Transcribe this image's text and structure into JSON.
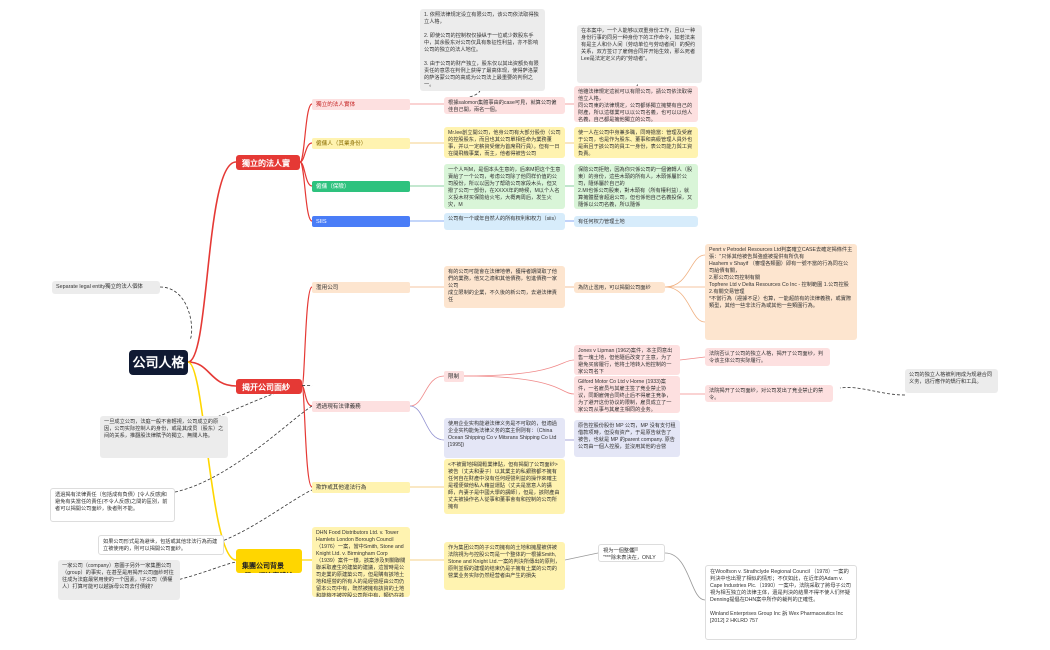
{
  "root": {
    "title": "公司人格"
  },
  "branches": {
    "independent": "獨立的法人實体",
    "lifting": "揭开公司面紗",
    "group": "集團公司背景\n-單一經濟實體論"
  },
  "left_notes": {
    "separate": "Separate legal entity獨立的法人個体",
    "note1": "一旦成立公司，法庭一般不會輕視，公司成立的原因，公司实际控制人的身份，或是其成员（股东）之间的关系，推翻股法律賦予的獨立、無關人格。",
    "note2": "透過揭有法律責任（包括成有負債）[令人反感]和避免有失當任的責任(不令人反感)之間的區別，前者可以揭開公司面紗，後者則不能。",
    "note3": "如果公司形式是為避世，包括或其他非法行為而建立被使用的，則可以揭開公司面紗。",
    "note4": "一家公司（company）意圖子另外一家集團公司（group）的事实，在甚至是用揭开公司面紗时往往成为法庭最常用使的一个因素，\\子公司（債權人）打算可能可以越訴母公司去付債錢？"
  },
  "independent": {
    "a_label": "獨立的法人實体",
    "a_mid": "根據salomon集體事由的case可見，就算公司僱佳自己開，兩名一個。",
    "a_right": "他雖法律規定這就可以有限公司，請公司依法取得他立人格，\n同公司東的法律規定，公司都係獨立擁雙有自己的財產，所以這樣業可以以公司名義，也可以以他人名義，自己都是擁他獨立的公司。",
    "b_label": "僱傭人（其業身份）",
    "b_mid": "Mr.lee創立開公司，他身公司有大部分股份（公司的控股股东，而且也其公司單相任命为業務董事，并以一定薪資受僱为首席飛行員）。但有一日在開飛機事業，而主，他者得被告公司",
    "b_right": "使一人在公司中身兼多職，同時擔當：管理及受雇于公司，也是作为股东、董事和高級管理人員外也是兩且于該公司的員工一身份，表公司能力與工資負責。",
    "c_label": "僱傭（保險）",
    "c_mid": "一个人叫M，是個本头生意的，后來M把这个生意賣給了一个公司，考虑公司除了他同样价值的公司股份，所以以因为了帮助公司家段木头，但又撥了公司一部份，在XXXX年的時候，M以个人名义投木材买保險给火宅，大概两周后，发生火灾，M",
    "c_right": "保險公司拒賠，因為你只係公司的一個僱轉人（股東）的身份，這些木頭的所有人，木頭係屬於公司，隨係屬於自己的\n2.MI也係公司股東，對木頭有（所有權利益），就算擁體歷會超過公司，但也係他自己名義投保，又隨係以公司名義，所以隨係",
    "d_label": "SIIS",
    "d_mid": "公司有一个或年自然人的所有权利和权力（siis）",
    "d_right": "有任何权力管理土地"
  },
  "lifting": {
    "a_label": "濫用公司",
    "a_mid": "有的公司可能會在法律地帶，獲得者期間取了他們的業務，他又之適和其他債務，包進債務一家公司\n成立限制的企業，不久後的新公司，去避法律責任",
    "a_mid2": "為防止濫用，可以揭開公司面紗",
    "a_cases": "Penrt v Petrodel Resources Ltd判案確立CASE去確定揭條件主張：\"只係其他被告與強盛被提供有所仇有\nHashem v Shayif （審理各類圖）即有一號不當的行為同在公司給債有關，\n2.那公司公司控制有關\nTopfrere Ltd v Delta Resources Co Inc - 控制範圍 1.公司控股2.有關交易管理\n*不當行為（證據不足）也算，一能超前有的法律義務，或實際類型，其他一些非法行為或其他一些類圍行為。",
    "b_label": "透過現有法律義務",
    "b_sub": "限制",
    "b_case1": "Jones v Lipman (1962)案件，本主同意出售一塊土地，但他隨后改变了主意，为了避免买房履行，他将土地转入他控制的一家公司名下",
    "b_case1_res": "法院否认了公司的独立人格，揭开了公司面纱，判令该主体公司实际履行。",
    "b_case2": "Gilford Motor Co Ltd v Horne (1933)案件，一名雇员与其雇主签了竞业禁止协议，同期雇佣合同终止后不得雇主竞争，为了避开这份协议的限制，雇员成立了一家公司从事与其雇主相同的业务。",
    "b_case2_res": "法院揭开了公司面紗，对公司发出了竞业禁止的禁令。",
    "b_case3": "使用企业实构能避法律义务是不可取的，但適過企业实构能免法律义务的案主例则有：（China Ocean Shipping Co v Mitsrans Shipping Co Ltd [1995])",
    "b_case3_res": "原告控股份股份 MP 公司，MP 没有支付租借款项時，但没有资产，于是原告就告了被告，也就是 MP 的parent company. 原告公司由一個人控股，並沒用其他的合營",
    "c_label": "欺詐或其他違法行為",
    "c_mid": "<不被實地揭開鬆業律貼，但有揭開了公司面紗>\n被告（丈夫和妻子）以其業主的私銀務都不擁有任何自在財產中沒有任何經營利益的操作來確主是裡便做他私人藉益運貼（丈夫是當意人的講師，內妻子是中國大學的講師），但是，該財產由丈夫被操作名人從事和董事會有和控制的公司所擁有",
    "note": "公司的独立人格被利用成为规避合同义务，逃行應作的矯行和工具。"
  },
  "group": {
    "left": "DHN Food Distributors Ltd. v. Tower Hamlets London Borough Council（1976）一案，當中Smith, Stone and Knight Ltd. v. Birmingham Corp （1939）案件一樣，該案涉及到關聯關聯采取產生的建築的建議，這當時是公司走業的原建築公司，但是購有該地土地和經營的所有人的是經營經由公司仍留本公司中有，既然被擁有該資的土地和能夠不被控股公司所中有，類仍在該時合公司的子公司",
    "mid": "作为集团公司的子公司擁有的土地和擁屋被併被法院視为与控股公司是一个整体的一根據Smith, Stone and Knight Ltd.一案的判決所傳出的原則，原則並假的建理的结束仍是子擁有土業的公司的營業业务实际仍然经营者由产生的損失",
    "mid2": "視为一個整体\n\"***除未表決在，ONLY原物推理另",
    "right": "在Woolfson v. Strathclyde Regional Council （1978）一案的判決中也出現了相似的情形；不仅如此，在近年的Adam v. Cape Industries Plc.（1990）一案中，法院采取了將母子公司視为相互独立的法律主体，還是判決的結果不得不使人们怀疑Denning提倡在DHN案中所作的裁判的正確性。\n\nWinland Enterprises Group Inc 訴 Wex Pharmaceutics Inc [2012] 2 HKLRD 757"
  },
  "top_notes": {
    "left": "1. 依照法律规定设立有限公司，该公司依法取得独立人格，\n\n2. 即使公司的控制权仅操纵于一位或少数股东手中，其余股东对公司仅具有象征性利益，亦不影响公司的独立的法人地位。\n\n3. 由于公司的财产独立，股东仅以其出资额负有限责任的意思在判例上获得了最高体现，使得萨洛蒙的萨洛蒙公司的高成为公司法上最重要的判例之一。",
    "right": "在本案中，一个人能够以双重身份工作，且以一种身份行事的同另一种身份下的工作命令，如若法来有是主人和仆人间（劳动单位与劳动者间）的契约关系，双方签订了雇佣合同并开始生效，那么死者Lee是法定定义内的\"劳动者\"。"
  },
  "colors": {
    "red": "#e53935",
    "yellow": "#ffd600",
    "green": "#2ec27e",
    "blue": "#4a7df7",
    "root": "#101a33"
  }
}
